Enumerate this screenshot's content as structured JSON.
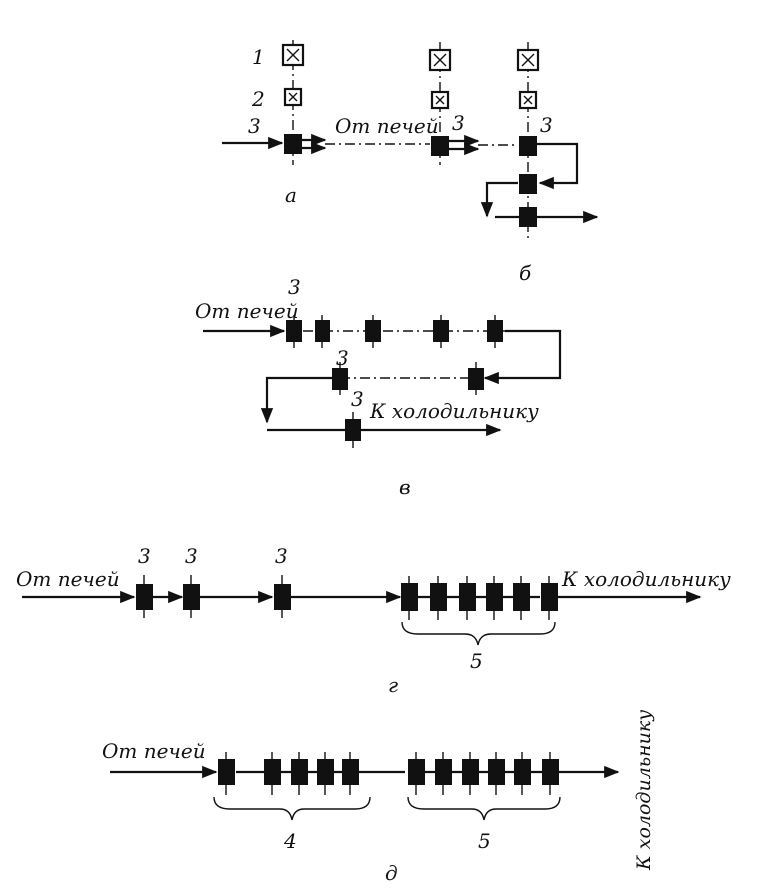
{
  "labels": {
    "from_furnaces": "От печей",
    "to_cooler": "К холодильнику",
    "n1": "1",
    "n2": "2",
    "n3": "3",
    "n4": "4",
    "n5": "5"
  },
  "schemes": {
    "a": "а",
    "b": "б",
    "v": "в",
    "g": "г",
    "d": "д"
  }
}
